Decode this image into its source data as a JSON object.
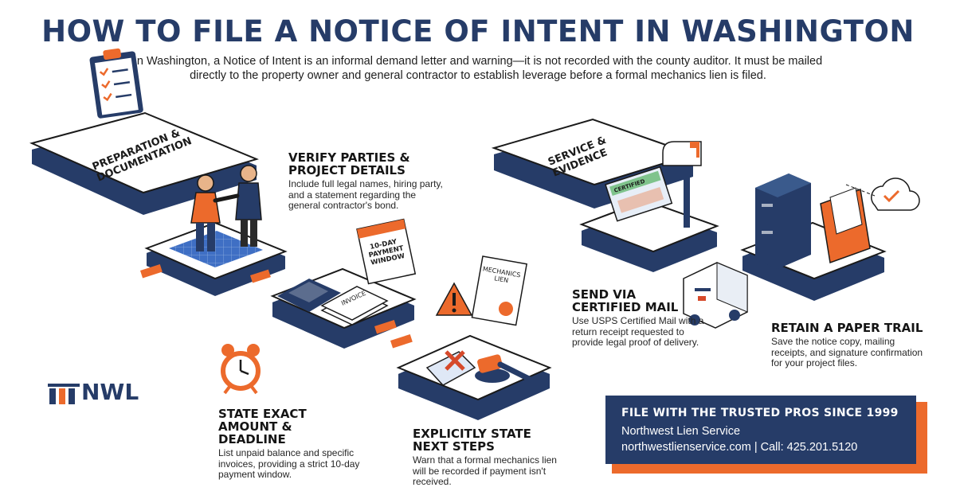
{
  "title": "HOW TO FILE A NOTICE OF INTENT IN WASHINGTON",
  "intro": "In Washington, a Notice of Intent is an informal demand letter and warning—it is not recorded with the county auditor. It must be mailed directly to the property owner and general contractor to establish leverage before a formal mechanics lien is filed.",
  "platform_labels": {
    "preparation": "PREPARATION &\nDOCUMENTATION",
    "service": "SERVICE &\nEVIDENCE"
  },
  "props": {
    "calendar": "10-DAY\nPAYMENT\nWINDOW",
    "invoice": "INVOICE",
    "lien_document": "MECHANICS\nLIEN",
    "certified_mail": "CERTIFIED"
  },
  "steps": [
    {
      "heading": "VERIFY PARTIES &\nPROJECT DETAILS",
      "body": "Include full legal names, hiring party, and a statement regarding the general contractor's bond."
    },
    {
      "heading": "STATE EXACT\nAMOUNT & DEADLINE",
      "body": "List unpaid balance and specific invoices, providing a strict 10-day payment window."
    },
    {
      "heading": "EXPLICITLY STATE\nNEXT STEPS",
      "body": "Warn that a formal mechanics lien will be recorded if payment isn't received."
    },
    {
      "heading": "SEND VIA\nCERTIFIED MAIL",
      "body": "Use USPS Certified Mail with a return receipt requested to provide legal proof of delivery."
    },
    {
      "heading": "RETAIN A PAPER TRAIL",
      "body": "Save the notice copy, mailing receipts, and signature confirmation for your project files."
    }
  ],
  "logo": {
    "text": "NWL"
  },
  "cta": {
    "heading": "FILE WITH THE TRUSTED PROS SINCE 1999",
    "company": "Northwest Lien Service",
    "contact": "northwestlienservice.com | Call: 425.201.5120"
  },
  "colors": {
    "navy": "#263c68",
    "orange": "#ec6a2c",
    "white": "#ffffff"
  },
  "icons": [
    "clipboard-checklist-icon",
    "handshake-people-icon",
    "blueprint-icon",
    "calendar-icon",
    "calculator-icon",
    "invoice-stack-icon",
    "warning-icon",
    "gavel-icon",
    "envelope-x-icon",
    "mailbox-icon",
    "certified-envelope-icon",
    "mail-truck-icon",
    "filing-cabinet-icon",
    "folder-icon",
    "cloud-check-icon",
    "alarm-clock-icon"
  ]
}
